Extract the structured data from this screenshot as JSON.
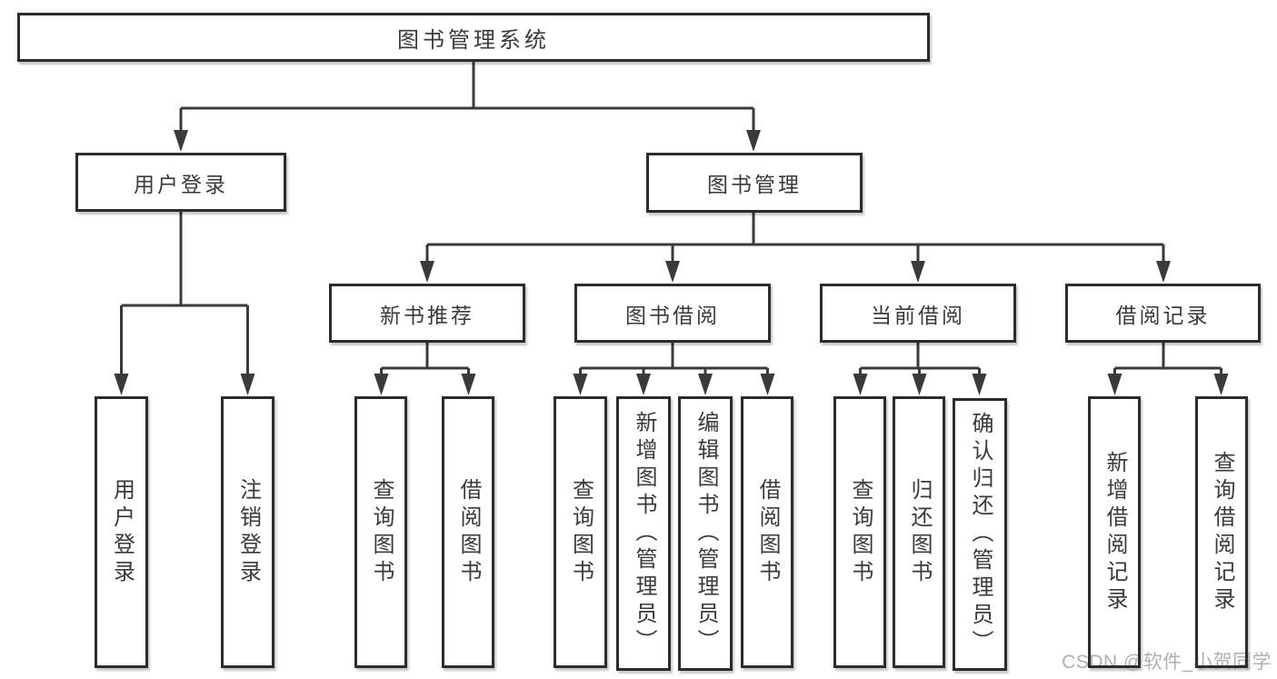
{
  "tree": {
    "label": "图书管理系统",
    "children": [
      {
        "label": "用户登录",
        "children": [
          {
            "label": "用户登录"
          },
          {
            "label": "注销登录"
          }
        ]
      },
      {
        "label": "图书管理",
        "children": [
          {
            "label": "新书推荐",
            "children": [
              {
                "label": "查询图书"
              },
              {
                "label": "借阅图书"
              }
            ]
          },
          {
            "label": "图书借阅",
            "children": [
              {
                "label": "查询图书"
              },
              {
                "label": "新增图书（管理员）"
              },
              {
                "label": "编辑图书（管理员）"
              },
              {
                "label": "借阅图书"
              }
            ]
          },
          {
            "label": "当前借阅",
            "children": [
              {
                "label": "查询图书"
              },
              {
                "label": "归还图书"
              },
              {
                "label": "确认归还（管理员）"
              }
            ]
          },
          {
            "label": "借阅记录",
            "children": [
              {
                "label": "新增借阅记录"
              },
              {
                "label": "查询借阅记录"
              }
            ]
          }
        ]
      }
    ]
  },
  "watermark": {
    "text": "CSDN @软件_小贺同学"
  },
  "colors": {
    "background": "#ffffff",
    "box_fill": "#ffffff",
    "box_border": "#2c2c2c",
    "line": "#3a3a3a",
    "text": "#3a3a3a",
    "watermark": "#afafaf"
  }
}
